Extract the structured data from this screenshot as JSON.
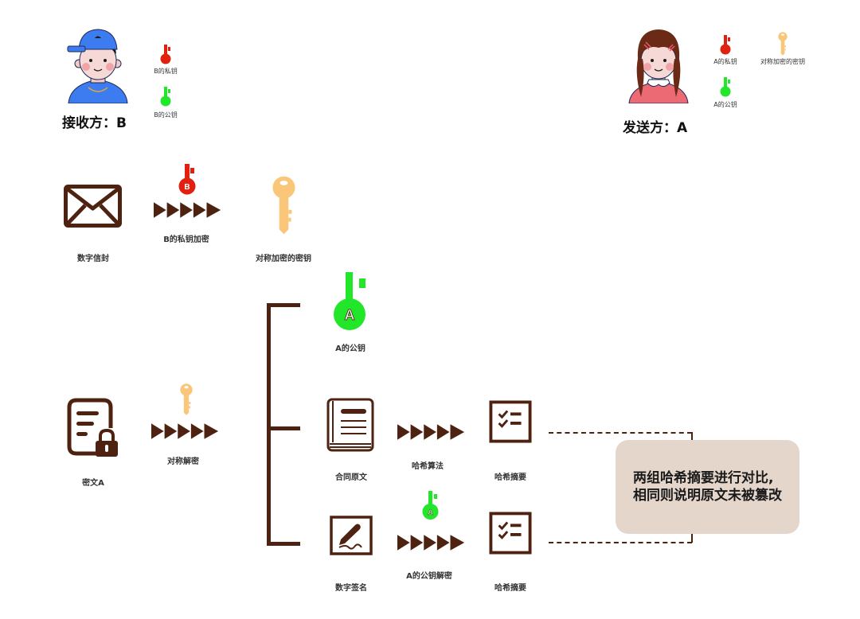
{
  "receiver": {
    "role_label": "接收方：B",
    "avatar": "boy-avatar-icon",
    "keys": [
      {
        "icon": "red-private-key-icon",
        "letter": "B",
        "label": "B的私钥",
        "color": "#e0210f"
      },
      {
        "icon": "green-public-key-icon",
        "letter": "B",
        "label": "B的公钥",
        "color": "#22e62a"
      }
    ]
  },
  "sender": {
    "role_label": "发送方：A",
    "avatar": "girl-avatar-icon",
    "keys": [
      {
        "icon": "red-private-key-icon",
        "letter": "A",
        "label": "A的私钥",
        "color": "#e0210f"
      },
      {
        "icon": "green-public-key-icon",
        "letter": "A",
        "label": "A的公钥",
        "color": "#22e62a"
      },
      {
        "icon": "symmetric-key-icon",
        "label": "对称加密的密钥",
        "color": "#f9c67a"
      }
    ]
  },
  "envelope_row": {
    "envelope_label": "数字信封",
    "arrow_label": "B的私钥加密",
    "key_letter": "B",
    "result_label": "对称加密的密钥"
  },
  "branch": {
    "public_key_letter": "A",
    "public_key_label": "A的公钥"
  },
  "cipher_row": {
    "cipher_label": "密文A",
    "arrow_label": "对称解密"
  },
  "contract_row": {
    "source_label": "合同原文",
    "arrow_label": "哈希算法",
    "result_label": "哈希摘要"
  },
  "signature_row": {
    "source_label": "数字签名",
    "arrow_label": "A的公钥解密",
    "key_letter": "A",
    "result_label": "哈希摘要"
  },
  "callout": {
    "line1": "两组哈希摘要进行对比,",
    "line2": "相同则说明原文未被篡改"
  },
  "colors": {
    "brown": "#4e2210",
    "private_key_red": "#e0210f",
    "public_key_green": "#22e62a",
    "symmetric_key_yellow": "#f9c67a",
    "callout_bg": "#e5d6cc"
  }
}
